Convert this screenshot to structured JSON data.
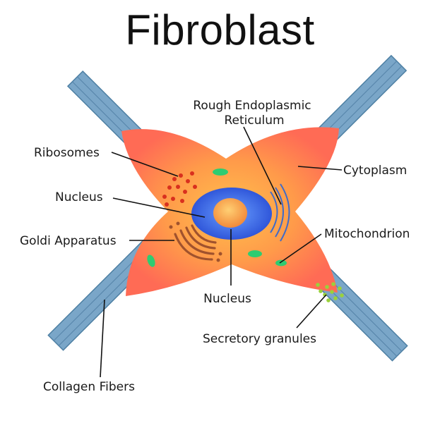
{
  "title": "Fibroblast",
  "labels": {
    "rough_er": [
      "Rough Endoplasmic",
      "Reticulum"
    ],
    "ribosomes": "Ribosomes",
    "cytoplasm": "Cytoplasm",
    "nucleus_left": "Nucleus",
    "mitochondrion": "Mitochondrion",
    "golgi": "Goldi Apparatus",
    "nucleus_bottom": "Nucleus",
    "secretory": "Secretory granules",
    "collagen": "Collagen Fibers"
  },
  "colors": {
    "collagen_fiber": "#7aa6c8",
    "cytoplasm_outer": "#ff7a5c",
    "cytoplasm_inner": "#ffb347",
    "nucleus_envelope": "#4a6fe0",
    "nucleolus": "#f7a04b",
    "golgi": "#a0522d",
    "mitochondria": "#2ecc71",
    "ribosomes": "#d9301e",
    "secretory_granules": "#9ad13b"
  }
}
